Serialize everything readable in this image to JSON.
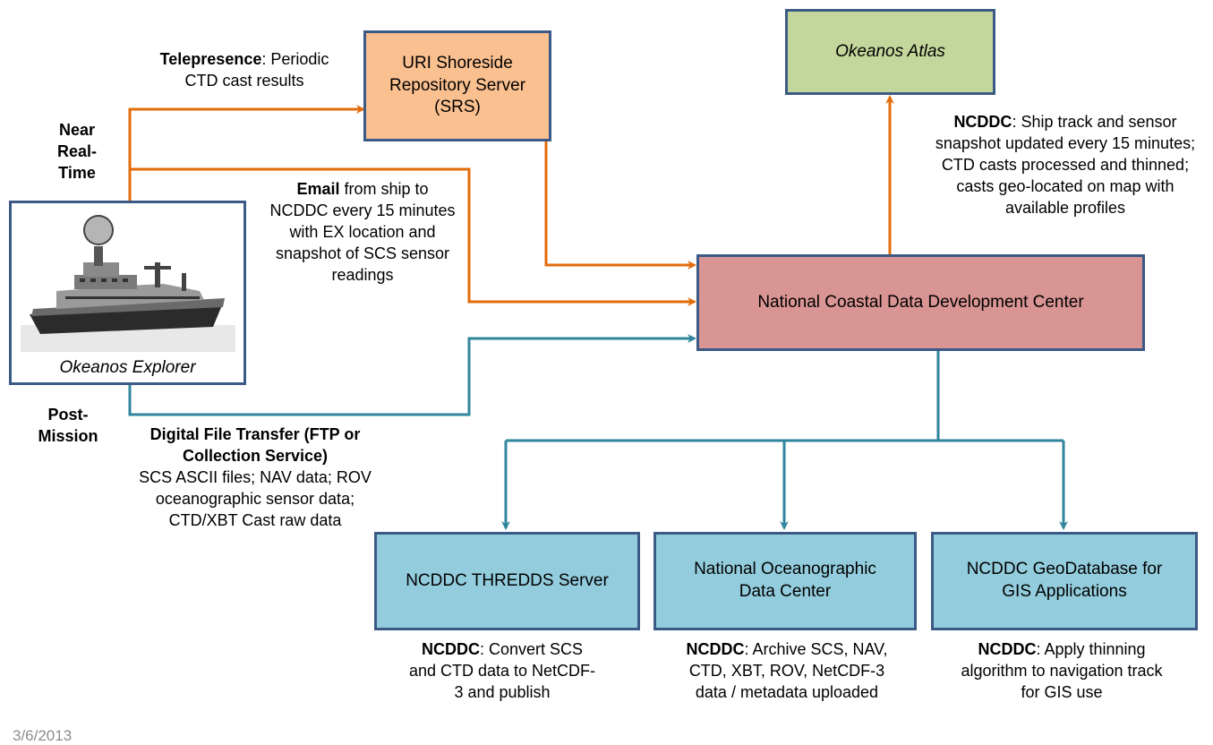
{
  "nodes": {
    "uri_srs": "URI  Shoreside Repository Server (SRS)",
    "atlas": "Okeanos Atlas",
    "ncddc": "National Coastal Data Development Center",
    "thredds": "NCDDC THREDDS Server",
    "nodc": "National Oceanographic Data Center",
    "geodb": "NCDDC GeoDatabase for GIS Applications",
    "ship_caption": "Okeanos Explorer"
  },
  "side_labels": {
    "near_realtime": "Near Real-Time",
    "post_mission": "Post-Mission"
  },
  "annotations": {
    "telepresence_bold": "Telepresence",
    "telepresence_rest": ": Periodic CTD cast results",
    "email_bold": "Email",
    "email_rest": " from ship to NCDDC every 15 minutes with EX location and snapshot of SCS sensor readings",
    "ncddc_atlas_bold": "NCDDC",
    "ncddc_atlas_rest": ": Ship track and sensor snapshot updated every 15 minutes; CTD casts processed and thinned; casts geo-located on map with available profiles",
    "dft_bold": "Digital File Transfer (FTP or Collection Service)",
    "dft_rest": "SCS ASCII files; NAV data; ROV oceanographic sensor data; CTD/XBT Cast raw data",
    "thredds_bold": "NCDDC",
    "thredds_rest": ": Convert SCS and CTD data to NetCDF-3 and publish",
    "nodc_bold": "NCDDC",
    "nodc_rest": ": Archive SCS, NAV, CTD, XBT, ROV, NetCDF-3 data / metadata uploaded",
    "geodb_bold": "NCDDC",
    "geodb_rest": ": Apply thinning algorithm to navigation track for GIS use"
  },
  "footer_date": "3/6/2013",
  "colors": {
    "orange": "#e36c0a",
    "teal": "#31859c",
    "border": "#3c5a86",
    "srs_fill": "#fac090",
    "atlas_fill": "#c3d69b",
    "ncddc_fill": "#d99594",
    "blue_fill": "#93cddd",
    "date_color": "#8c8c8c"
  }
}
